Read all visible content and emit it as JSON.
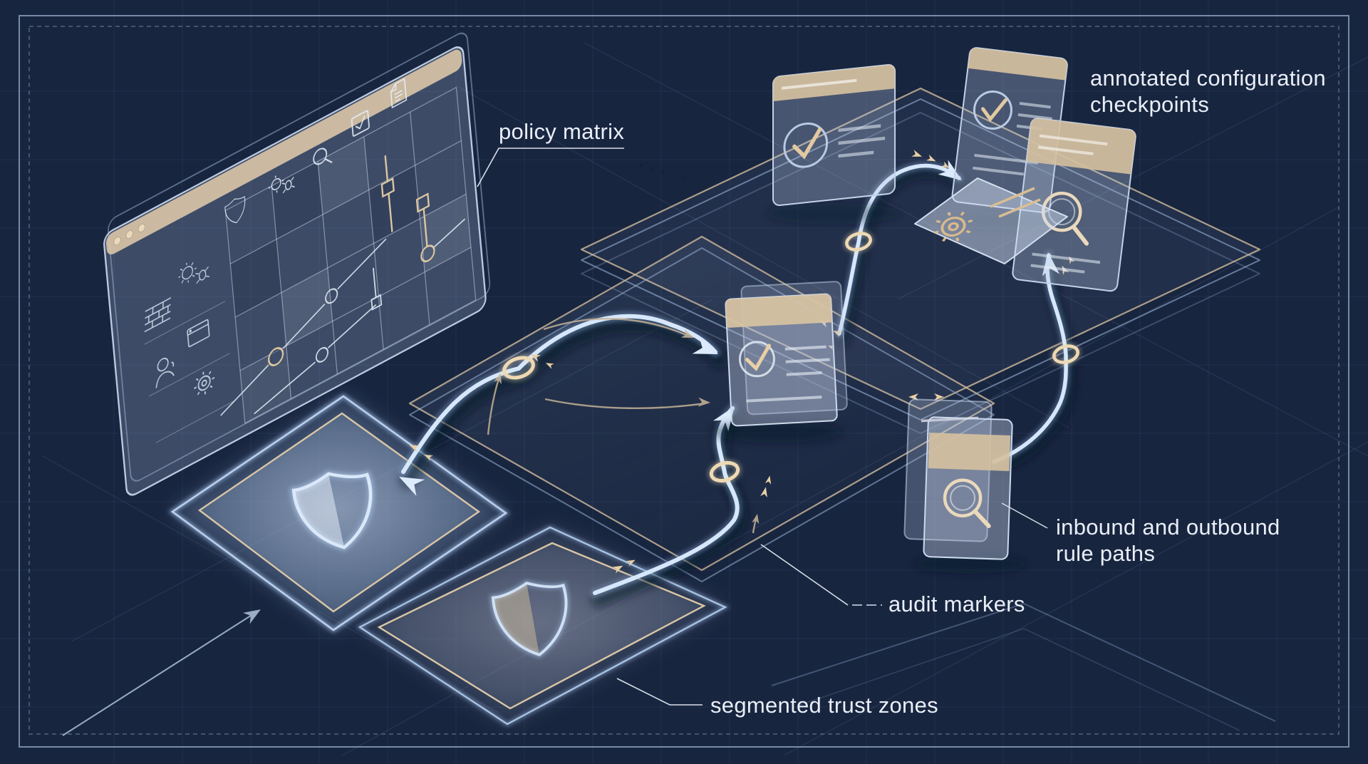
{
  "title": "network security blueprint diagram",
  "labels": {
    "policy_matrix": "policy matrix",
    "checkpoints_line1": "annotated configuration",
    "checkpoints_line2": "checkpoints",
    "rule_paths_line1": "inbound and outbound",
    "rule_paths_line2": "rule paths",
    "audit_markers": "audit markers",
    "trust_zones": "segmented trust zones"
  },
  "colors": {
    "background": "#18253f",
    "grid_line": "#24345a",
    "frame": "#8a9cba",
    "accent_tan": "#d9c5a4",
    "accent_blue": "#d7e7fb",
    "glow_blue": "#9fc0e8",
    "text": "#e9eef7"
  },
  "icons": [
    "shield-icon",
    "bug-icon",
    "search-icon",
    "checkbox-icon",
    "document-icon",
    "firewall-icon",
    "user-icon",
    "window-icon",
    "gear-icon",
    "check-circle-icon",
    "magnifier-icon"
  ],
  "counts": {
    "trust_zones": 2,
    "flow_rings": 4,
    "checkpoint_cards": 3,
    "traffic_dots": 3
  }
}
